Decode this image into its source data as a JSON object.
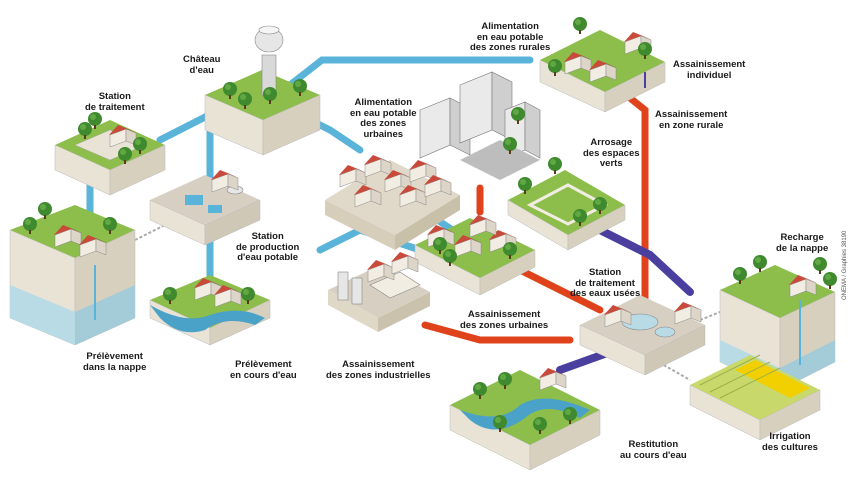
{
  "labels": {
    "chateau": "Château\nd'eau",
    "station_traitement": "Station\nde traitement",
    "alim_rurales": "Alimentation\nen eau potable\ndes zones rurales",
    "assain_individuel": "Assainissement\nindividuel",
    "assain_rurale": "Assainissement\nen zone rurale",
    "alim_urbaines": "Alimentation\nen eau potable\ndes zones\nurbaines",
    "arrosage": "Arrosage\ndes espaces\nverts",
    "station_production": "Station\nde production\nd'eau potable",
    "station_usees": "Station\nde traitement\ndes eaux usées",
    "recharge": "Recharge\nde la nappe",
    "assain_urbaines": "Assainissement\ndes zones urbaines",
    "prelevement_nappe": "Prélèvement\ndans la nappe",
    "prelevement_cours": "Prélèvement\nen cours d'eau",
    "assain_industrielles": "Assainissement\ndes zones industrielles",
    "restitution": "Restitution\nau cours d'eau",
    "irrigation": "Irrigation\ndes cultures"
  },
  "credit": "ONEMA / Graphies 38190",
  "colors": {
    "drinking_pipe": "#5ab3d9",
    "wastewater_pipe": "#e0431b",
    "treated_pipe": "#4a3f9e",
    "grass": "#8dbd4a",
    "tree": "#3f8a2e",
    "soil": "#e9e3d6",
    "aquifer": "#b8dbe6",
    "roof": "#c94a3a"
  },
  "icons": [
    "water-tower",
    "treatment-station",
    "house",
    "building",
    "factory",
    "tree",
    "river",
    "field"
  ]
}
